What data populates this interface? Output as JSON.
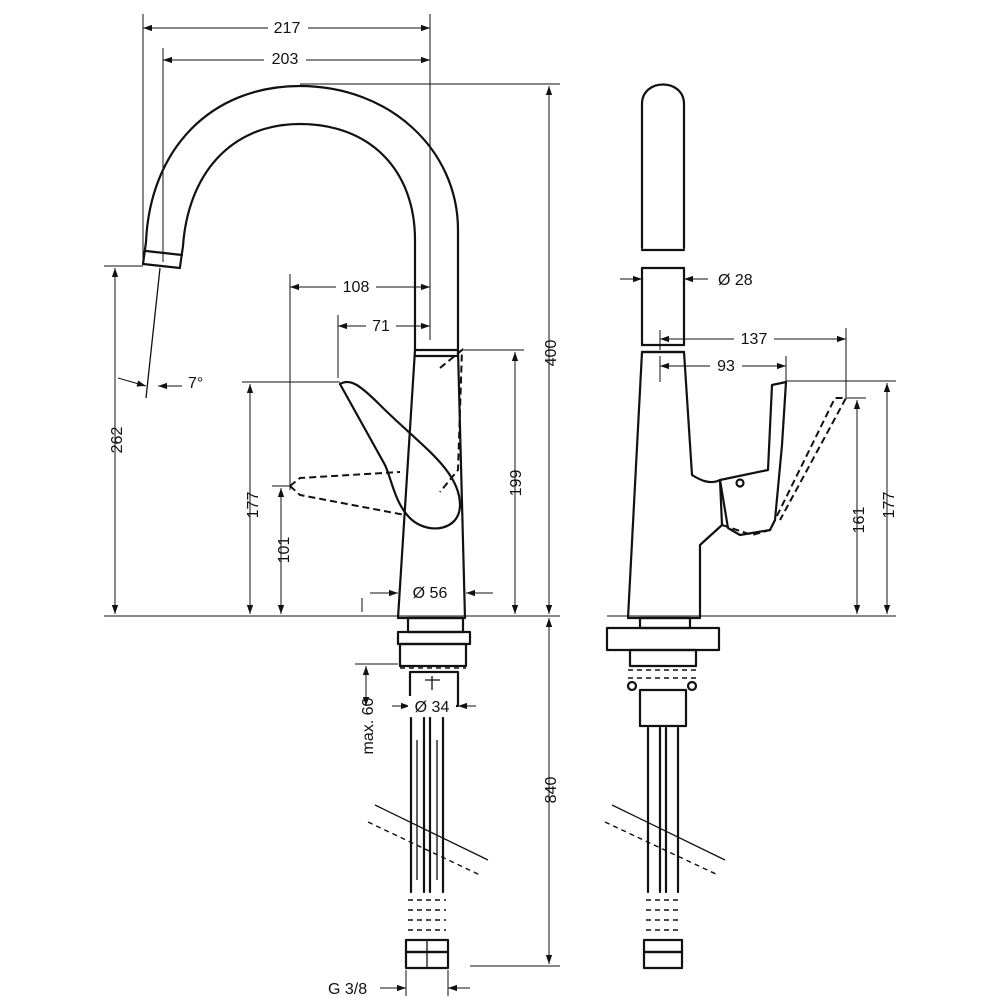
{
  "drawing": {
    "front_view": {
      "width_outer": "217",
      "width_reach": "203",
      "handle_offset": "108",
      "handle_offset_small": "71",
      "spout_angle": "7°",
      "outlet_height": "262",
      "handle_height": "177",
      "handle_low": "101",
      "body_height": "199",
      "total_height": "400",
      "base_diameter": "Ø 56",
      "shank_diameter": "Ø 34",
      "max_thickness": "max. 60",
      "hose_length": "840",
      "connection": "G 3/8"
    },
    "side_view": {
      "spout_diameter": "Ø 28",
      "lever_reach": "137",
      "lever_reach_small": "93",
      "lever_height_low": "161",
      "lever_height": "177"
    }
  }
}
